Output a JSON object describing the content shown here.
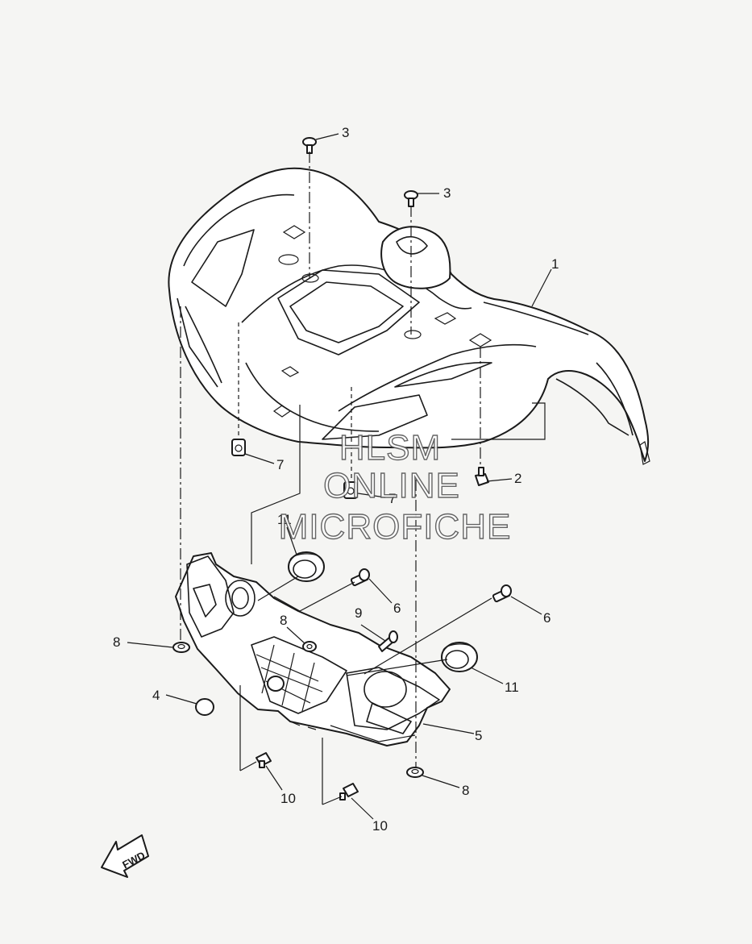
{
  "callouts": [
    {
      "id": "c1",
      "label": "1"
    },
    {
      "id": "c2",
      "label": "2"
    },
    {
      "id": "c3a",
      "label": "3"
    },
    {
      "id": "c3b",
      "label": "3"
    },
    {
      "id": "c4",
      "label": "4"
    },
    {
      "id": "c5",
      "label": "5"
    },
    {
      "id": "c6a",
      "label": "6"
    },
    {
      "id": "c6b",
      "label": "6"
    },
    {
      "id": "c7a",
      "label": "7"
    },
    {
      "id": "c7b",
      "label": "7"
    },
    {
      "id": "c8a",
      "label": "8"
    },
    {
      "id": "c8b",
      "label": "8"
    },
    {
      "id": "c8c",
      "label": "8"
    },
    {
      "id": "c9",
      "label": "9"
    },
    {
      "id": "c10a",
      "label": "10"
    },
    {
      "id": "c10b",
      "label": "10"
    },
    {
      "id": "c11a",
      "label": "11"
    },
    {
      "id": "c11b",
      "label": "11"
    }
  ],
  "watermark": {
    "line1": "HLSM",
    "line2": "ONLINE",
    "line3": "MICROFICHE"
  },
  "direction_arrow": {
    "label": "FWD",
    "icon": "fwd-arrow-icon"
  }
}
